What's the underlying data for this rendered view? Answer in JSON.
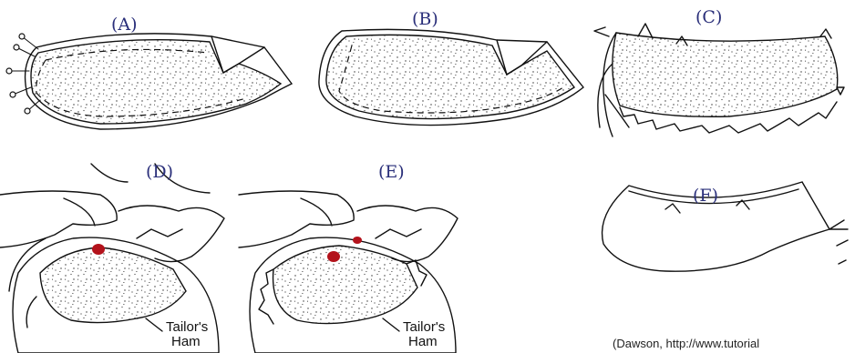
{
  "panels": [
    {
      "id": "A",
      "label": "(A)"
    },
    {
      "id": "B",
      "label": "(B)"
    },
    {
      "id": "C",
      "label": "(C)"
    },
    {
      "id": "D",
      "label": "(D)"
    },
    {
      "id": "E",
      "label": "(E)"
    },
    {
      "id": "F",
      "label": "(F)"
    }
  ],
  "annotations": {
    "ham_d": {
      "line1": "Tailor's",
      "line2": "Ham"
    },
    "ham_e": {
      "line1": "Tailor's",
      "line2": "Ham"
    }
  },
  "source_note": "(Dawson, http://www.tutorial",
  "colors": {
    "ink": "#111111",
    "label": "#2a2f7a",
    "finger_mark": "#b3121b"
  }
}
